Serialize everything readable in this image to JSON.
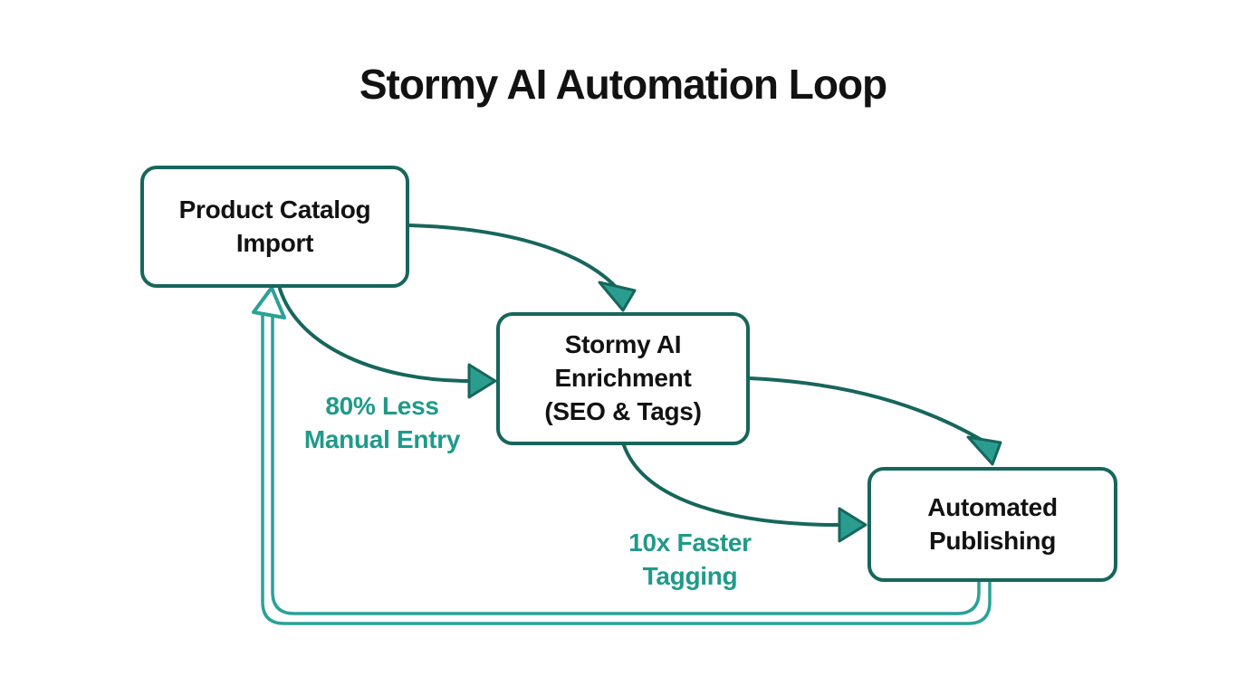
{
  "title": "Stormy AI Automation Loop",
  "diagram": {
    "nodes": [
      {
        "id": "product-catalog-import",
        "label": "Product Catalog Import",
        "lines": [
          "Product Catalog",
          "Import"
        ]
      },
      {
        "id": "stormy-ai-enrichment",
        "label": "Stormy AI Enrichment (SEO & Tags)",
        "lines": [
          "Stormy AI",
          "Enrichment",
          "(SEO & Tags)"
        ]
      },
      {
        "id": "automated-publishing",
        "label": "Automated Publishing",
        "lines": [
          "Automated",
          "Publishing"
        ]
      }
    ],
    "edge_labels": [
      {
        "id": "manual-entry-benefit",
        "label": "80% Less Manual Entry",
        "lines": [
          "80% Less",
          "Manual Entry"
        ]
      },
      {
        "id": "tagging-benefit",
        "label": "10x Faster Tagging",
        "lines": [
          "10x Faster",
          "Tagging"
        ]
      }
    ],
    "edges": [
      {
        "from": "Product Catalog Import",
        "to": "Stormy AI Enrichment (SEO & Tags)",
        "type": "solid-curved-arrow",
        "label": ""
      },
      {
        "from": "Product Catalog Import",
        "to": "Stormy AI Enrichment (SEO & Tags)",
        "type": "solid-curved-arrow",
        "label": "80% Less Manual Entry"
      },
      {
        "from": "Stormy AI Enrichment (SEO & Tags)",
        "to": "Automated Publishing",
        "type": "solid-curved-arrow",
        "label": ""
      },
      {
        "from": "Stormy AI Enrichment (SEO & Tags)",
        "to": "Automated Publishing",
        "type": "solid-curved-arrow",
        "label": "10x Faster Tagging"
      },
      {
        "from": "Automated Publishing",
        "to": "Product Catalog Import",
        "type": "double-line-open-arrow-loop",
        "label": ""
      }
    ]
  },
  "colors": {
    "border_teal": "#17665c",
    "arrow_teal": "#17665c",
    "arrowhead_fill": "#2a9d8f",
    "loop_teal": "#2aa296",
    "label_teal": "#1f9a8a",
    "text": "#121212",
    "background": "#ffffff"
  }
}
